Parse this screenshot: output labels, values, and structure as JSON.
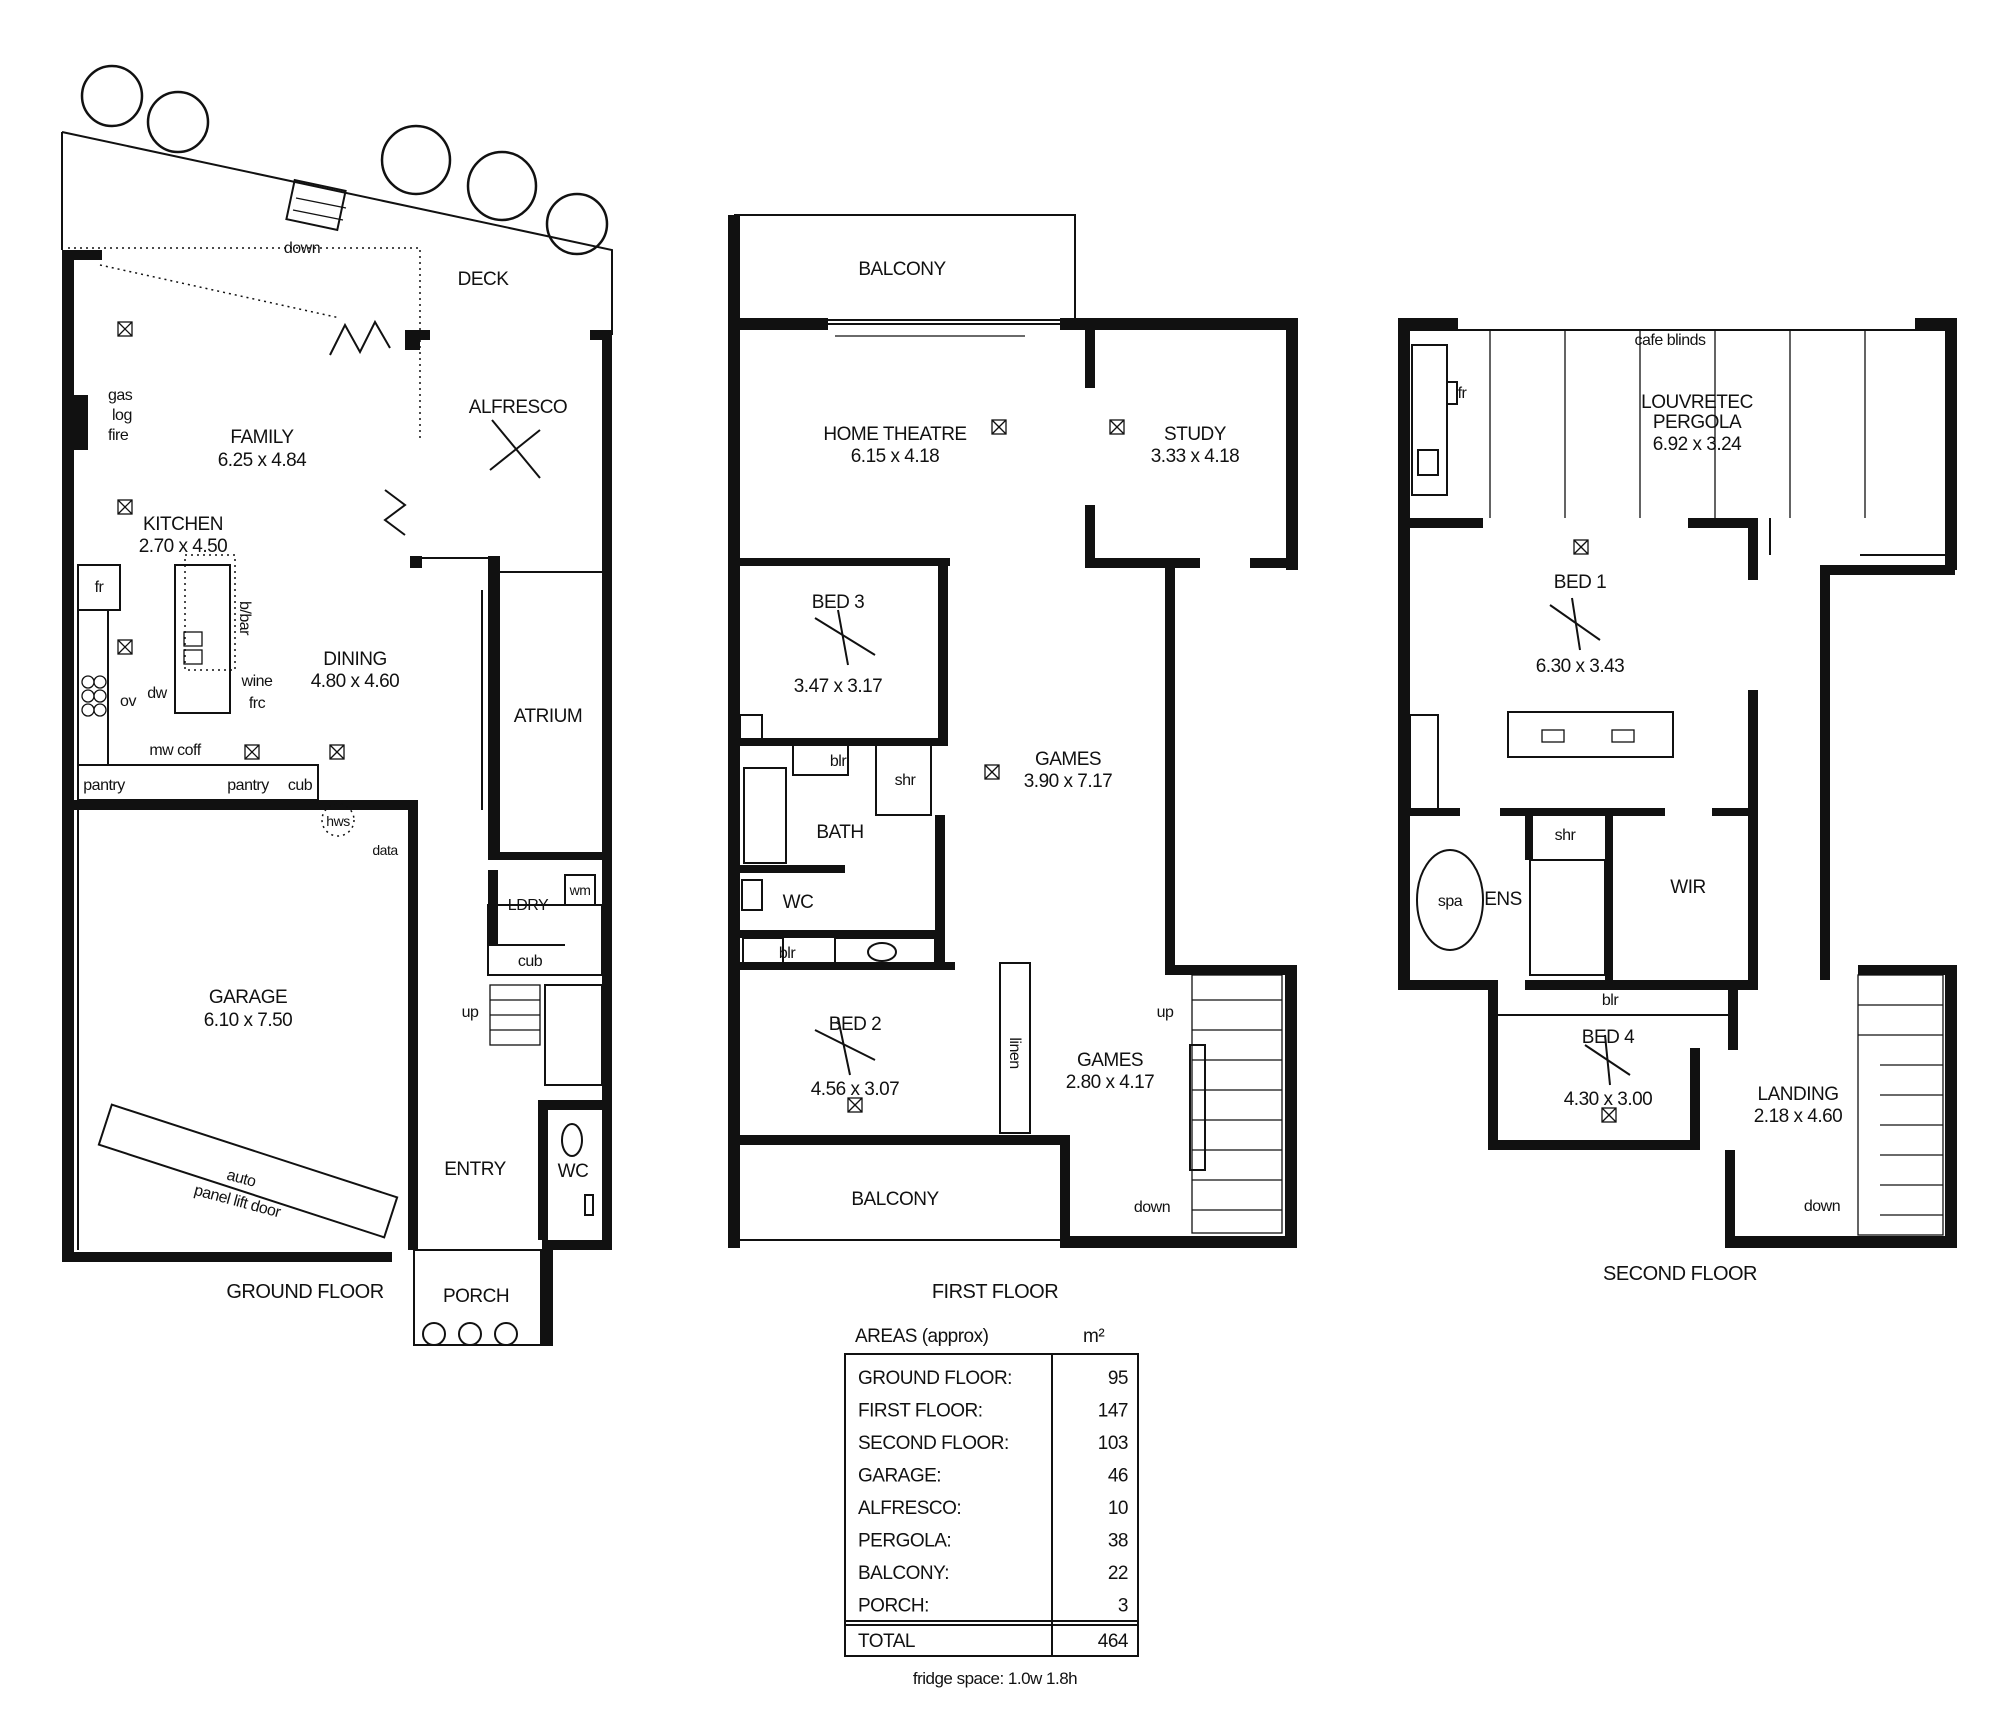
{
  "floors": {
    "ground": {
      "title": "GROUND FLOOR",
      "rooms": {
        "deck": "DECK",
        "down": "down",
        "family": "FAMILY",
        "family_dim": "6.25 x 4.84",
        "gas_log_fire": [
          "gas",
          "log",
          "fire"
        ],
        "alfresco": "ALFRESCO",
        "kitchen": "KITCHEN",
        "kitchen_dim": "2.70 x 4.50",
        "fr": "fr",
        "bbar": "b/bar",
        "dining": "DINING",
        "dining_dim": "4.80 x 4.60",
        "ov": "ov",
        "dw": "dw",
        "wine": "wine",
        "frc": "frc",
        "mw_coff": "mw coff",
        "pantry1": "pantry",
        "pantry2": "pantry",
        "cub1": "cub",
        "atrium": "ATRIUM",
        "hws": "hws",
        "data": "data",
        "ldry": "LDRY",
        "wm": "wm",
        "cub2": "cub",
        "garage": "GARAGE",
        "garage_dim": "6.10 x 7.50",
        "up": "up",
        "auto": "auto",
        "panel_lift": "panel lift door",
        "entry": "ENTRY",
        "wc": "WC",
        "porch": "PORCH"
      }
    },
    "first": {
      "title": "FIRST FLOOR",
      "rooms": {
        "balcony_top": "BALCONY",
        "home_theatre": "HOME THEATRE",
        "home_theatre_dim": "6.15 x 4.18",
        "study": "STUDY",
        "study_dim": "3.33 x 4.18",
        "bed3": "BED 3",
        "bed3_dim": "3.47 x 3.17",
        "blr1": "blr",
        "shr": "shr",
        "bath": "BATH",
        "games": "GAMES",
        "games_dim": "3.90 x 7.17",
        "wc": "WC",
        "blr2": "blr",
        "bed2": "BED 2",
        "bed2_dim": "4.56 x 3.07",
        "linen": "linen",
        "games2": "GAMES",
        "games2_dim": "2.80 x 4.17",
        "up": "up",
        "down": "down",
        "balcony_bottom": "BALCONY"
      }
    },
    "second": {
      "title": "SECOND FLOOR",
      "rooms": {
        "cafe_blinds": "cafe blinds",
        "fr": "fr",
        "louvretec": "LOUVRETEC",
        "pergola": "PERGOLA",
        "pergola_dim": "6.92 x 3.24",
        "bed1": "BED 1",
        "bed1_dim": "6.30 x 3.43",
        "shr": "shr",
        "spa": "spa",
        "ens": "ENS",
        "wir": "WIR",
        "blr": "blr",
        "bed4": "BED 4",
        "bed4_dim": "4.30 x 3.00",
        "landing": "LANDING",
        "landing_dim": "2.18 x 4.60",
        "down": "down"
      }
    }
  },
  "areas": {
    "header": "AREAS (approx)",
    "unit": "m²",
    "rows": [
      {
        "label": "GROUND FLOOR:",
        "value": "95"
      },
      {
        "label": "FIRST FLOOR:",
        "value": "147"
      },
      {
        "label": "SECOND FLOOR:",
        "value": "103"
      },
      {
        "label": "GARAGE:",
        "value": "46"
      },
      {
        "label": "ALFRESCO:",
        "value": "10"
      },
      {
        "label": "PERGOLA:",
        "value": "38"
      },
      {
        "label": "BALCONY:",
        "value": "22"
      },
      {
        "label": "PORCH:",
        "value": "3"
      }
    ],
    "total_label": "TOTAL",
    "total_value": "464",
    "note": "fridge space: 1.0w 1.8h"
  }
}
